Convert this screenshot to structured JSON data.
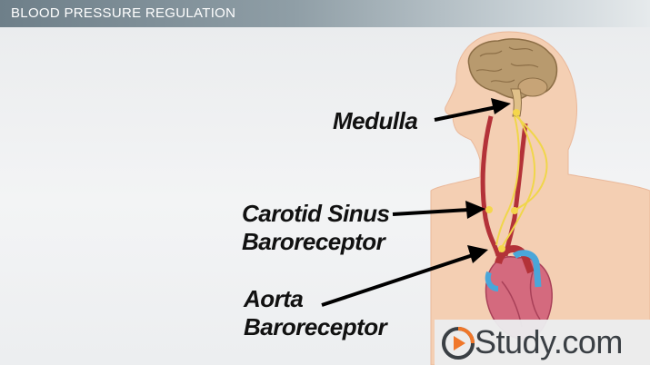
{
  "header": {
    "title": "BLOOD PRESSURE REGULATION"
  },
  "labels": {
    "medulla": "Medulla",
    "carotid_line1": "Carotid Sinus",
    "carotid_line2": "Baroreceptor",
    "aorta_line1": "Aorta",
    "aorta_line2": "Baroreceptor"
  },
  "logo": {
    "text": "Study.com",
    "icon": "play-icon"
  },
  "colors": {
    "title_bar": "#7f8f98",
    "skin": "#f4cfb3",
    "artery": "#b33238",
    "nerve": "#f0d64a",
    "brain": "#b89a6e",
    "heart": "#d46a7e",
    "aorta_blue": "#4aa6d9",
    "logo_orange": "#f0772a"
  }
}
